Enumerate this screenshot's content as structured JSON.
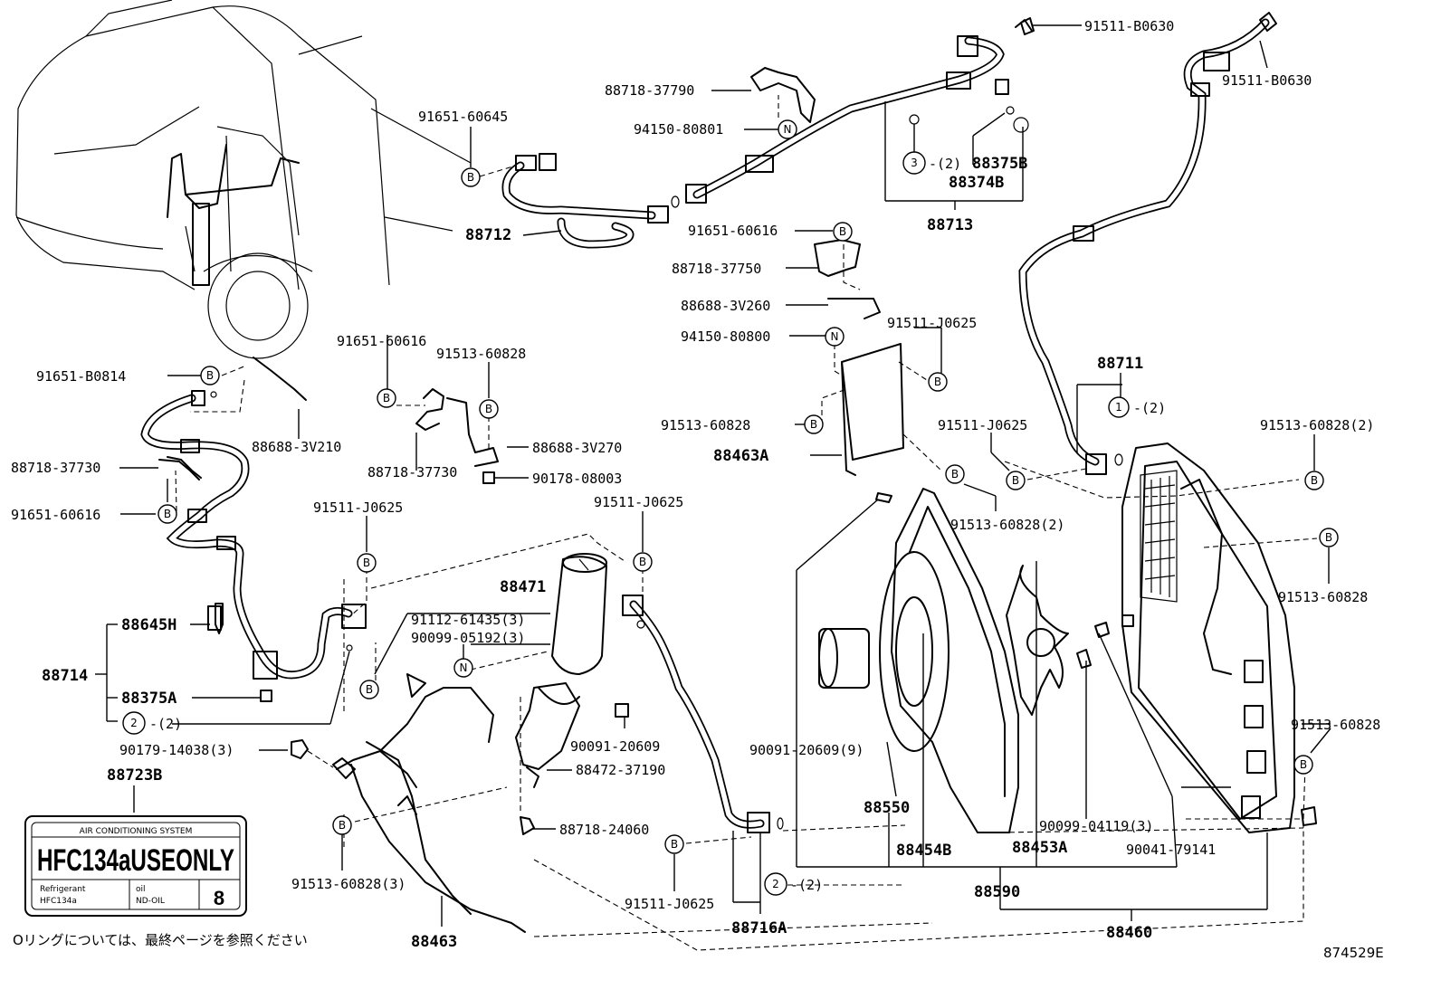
{
  "diagram_id": "874529E",
  "note_jp": "Oリングについては、最終ページを参照ください",
  "circle_refs": {
    "b": "B",
    "n": "N",
    "one": "1",
    "two": "2",
    "three": "3",
    "qty2": "-(2)"
  },
  "label_sticker": {
    "header": "AIR CONDITIONING SYSTEM",
    "main": "HFC134aUSEONLY",
    "refrigerant_label": "Refrigerant",
    "refrigerant_value": "HFC134a",
    "oil_label": "oil",
    "oil_value": "ND-OIL",
    "oil_number": "8"
  },
  "parts": {
    "p88723B": "88723B",
    "p91511_B0630_a": "91511-B0630",
    "p91511_B0630_b": "91511-B0630",
    "p88718_37790": "88718-37790",
    "p94150_80801": "94150-80801",
    "p91651_60645": "91651-60645",
    "p88375B": "88375B",
    "p88374B": "88374B",
    "p88713": "88713",
    "p88712": "88712",
    "p91651_60616_a": "91651-60616",
    "p88718_37750": "88718-37750",
    "p88688_3V260": "88688-3V260",
    "p94150_80800": "94150-80800",
    "p91511_J0625_a": "91511-J0625",
    "p88711": "88711",
    "p91651_60616_b": "91651-60616",
    "p91513_60828_a": "91513-60828",
    "p91651_B0814": "91651-B0814",
    "p88688_3V210": "88688-3V210",
    "p88688_3V270": "88688-3V270",
    "p88718_37730_a": "88718-37730",
    "p88718_37730_b": "88718-37730",
    "p90178_08003": "90178-08003",
    "p91651_60616_c": "91651-60616",
    "p91513_60828_b": "91513-60828",
    "p88463A": "88463A",
    "p91511_J0625_b": "91511-J0625",
    "p91513_60828_2a": "91513-60828(2)",
    "p91513_60828_2b": "91513-60828(2)",
    "p91511_J0625_c": "91511-J0625",
    "p91511_J0625_d": "91511-J0625",
    "p88471": "88471",
    "p91112_61435": "91112-61435(3)",
    "p90099_05192": "90099-05192(3)",
    "p88645H": "88645H",
    "p88714": "88714",
    "p88375A": "88375A",
    "p91513_60828_c": "91513-60828",
    "p90091_20609": "90091-20609",
    "p90179_14038": "90179-14038(3)",
    "p88472_37190": "88472-37190",
    "p90091_20609_9": "90091-20609(9)",
    "p91513_60828_d": "91513-60828",
    "p88550": "88550",
    "p90099_04119": "90099-04119(3)",
    "p88718_24060": "88718-24060",
    "p91513_60828_3": "91513-60828(3)",
    "p88454B": "88454B",
    "p88453A": "88453A",
    "p90041_79141": "90041-79141",
    "p91511_J0625_e": "91511-J0625",
    "p88590": "88590",
    "p88716A": "88716A",
    "p88463": "88463",
    "p88460": "88460"
  }
}
